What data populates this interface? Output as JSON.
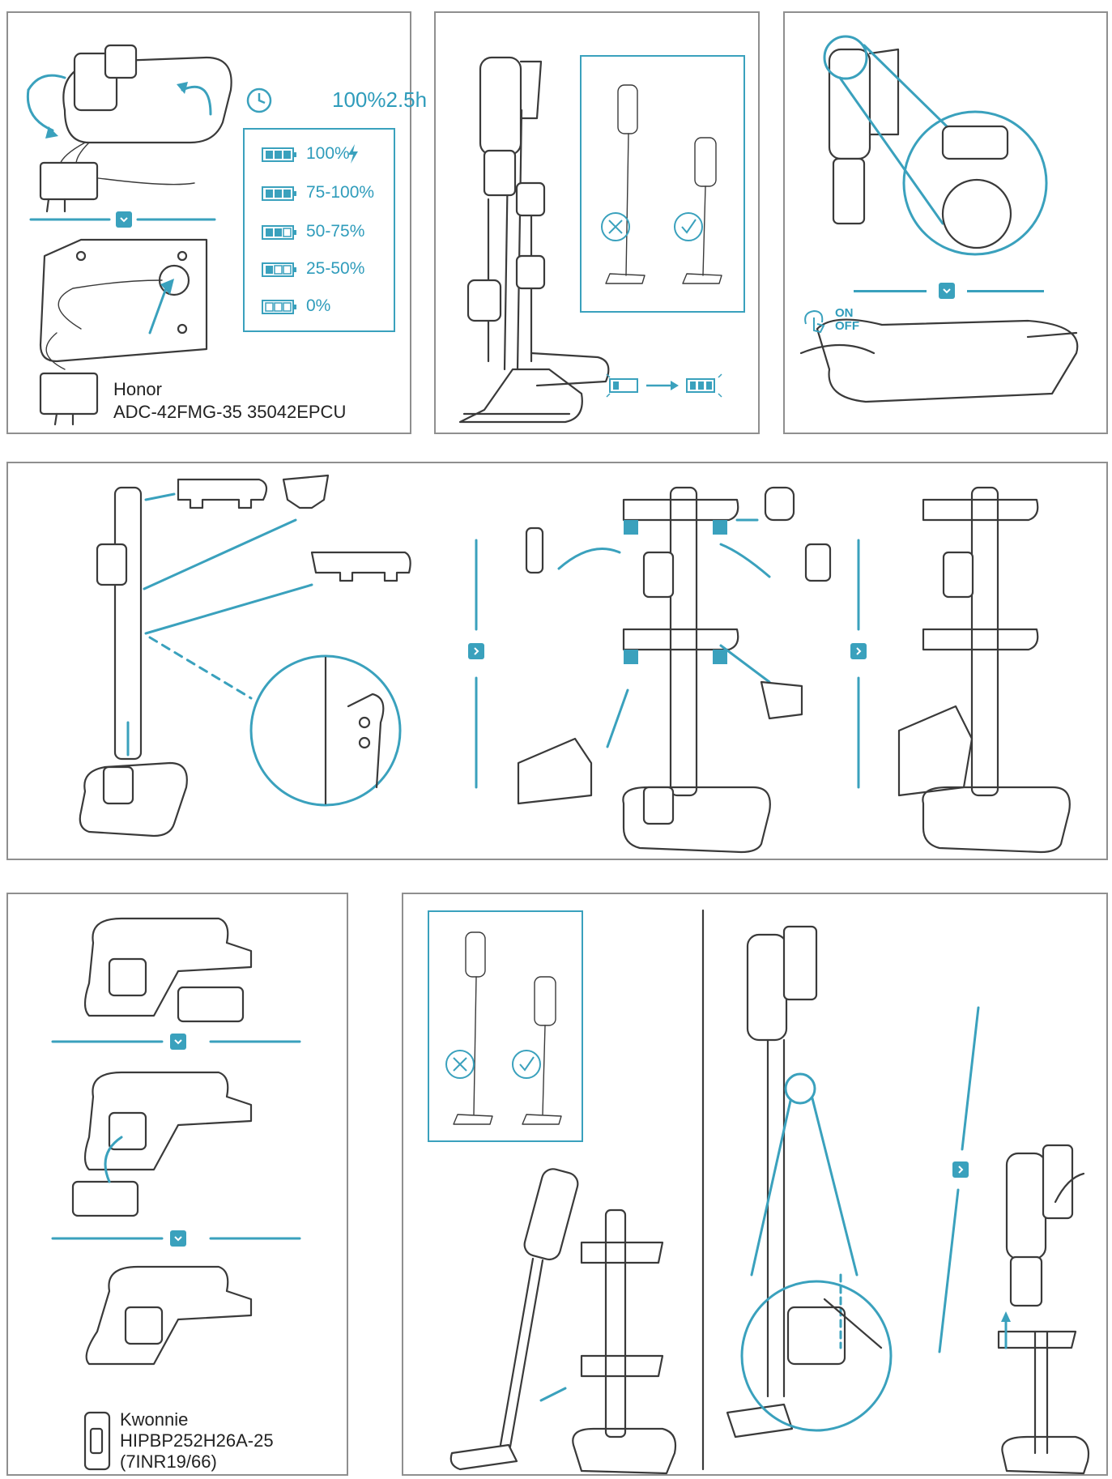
{
  "colors": {
    "accent": "#3aa1bd",
    "border": "#8f8f8f",
    "line": "#3a3a3a"
  },
  "panel1": {
    "charge_time": "100%2.5h",
    "battery_levels": [
      {
        "label": "100%",
        "icon": "lightning-bolt-icon"
      },
      {
        "label": "75-100%"
      },
      {
        "label": "50-75%"
      },
      {
        "label": "25-50%"
      },
      {
        "label": "0%"
      }
    ],
    "adapter_line1": "Honor",
    "adapter_line2": "ADC-42FMG-35 35042EPCU"
  },
  "panel3": {
    "switch_on": "ON",
    "switch_off": "OFF"
  },
  "panel6": {
    "battery_line1": "Kwonnie",
    "battery_line2": "HIPBP252H26A-25",
    "battery_line3": "(7INR19/66)"
  },
  "icons": [
    "clock-icon",
    "battery-icon",
    "lightning-bolt-icon",
    "chevron-down-icon",
    "chevron-right-icon",
    "cross-icon",
    "check-icon",
    "hand-touch-icon",
    "arrow-icon"
  ]
}
